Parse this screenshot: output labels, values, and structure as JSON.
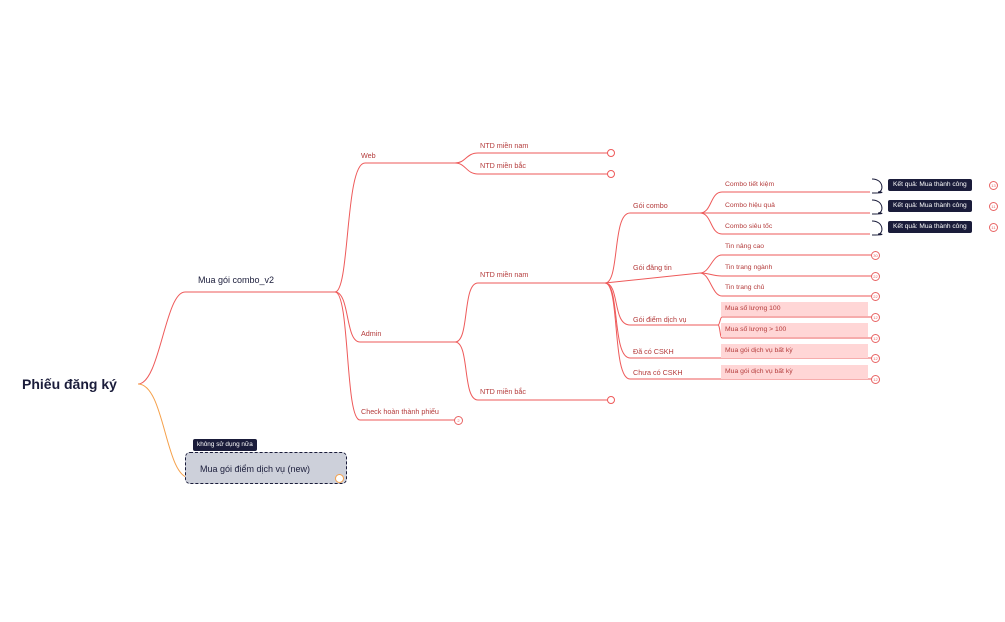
{
  "root": {
    "label": "Phiếu đăng ký"
  },
  "combo": {
    "label": "Mua gói combo_v2"
  },
  "web": {
    "label": "Web",
    "children": [
      "NTD miền nam",
      "NTD miền bắc"
    ]
  },
  "admin": {
    "label": "Admin",
    "ntd_nam": "NTD miền nam",
    "ntd_bac": "NTD miền bắc"
  },
  "check": {
    "label": "Check hoàn thành phiếu",
    "count": "2"
  },
  "goi_combo": {
    "label": "Gói combo",
    "items": [
      {
        "label": "Combo tiết kiệm",
        "result": "Kết quả: Mua thành công",
        "count": "13"
      },
      {
        "label": "Combo hiệu quả",
        "result": "Kết quả: Mua thành công",
        "count": "11"
      },
      {
        "label": "Combo siêu tốc",
        "result": "Kết quả: Mua thành công",
        "count": "11"
      }
    ]
  },
  "goi_dang_tin": {
    "label": "Gói đăng tin",
    "items": [
      {
        "label": "Tin nâng cao",
        "count": "30"
      },
      {
        "label": "Tin trang ngành",
        "count": "22"
      },
      {
        "label": "Tin trang chủ",
        "count": "22"
      }
    ]
  },
  "goi_diem": {
    "label": "Gói điểm dịch vụ",
    "items": [
      {
        "label": "Mua số lượng 100",
        "count": "12"
      },
      {
        "label": "Mua số lượng > 100",
        "count": "12"
      }
    ]
  },
  "da_co_cskh": {
    "label": "Đã có CSKH",
    "item": "Mua gói dịch vụ bất kỳ",
    "count": "12"
  },
  "chua_co_cskh": {
    "label": "Chưa có CSKH",
    "item": "Mua gói dịch vụ bất kỳ",
    "count": "12"
  },
  "new_pkg": {
    "tag": "không sử dụng nữa",
    "label": "Mua gói điểm dịch vụ (new)"
  },
  "colors": {
    "branch": "#ee5a5a",
    "alt_branch": "#f5a04a",
    "text_dark": "#1a1c3a",
    "highlight": "#ffd6d6"
  }
}
